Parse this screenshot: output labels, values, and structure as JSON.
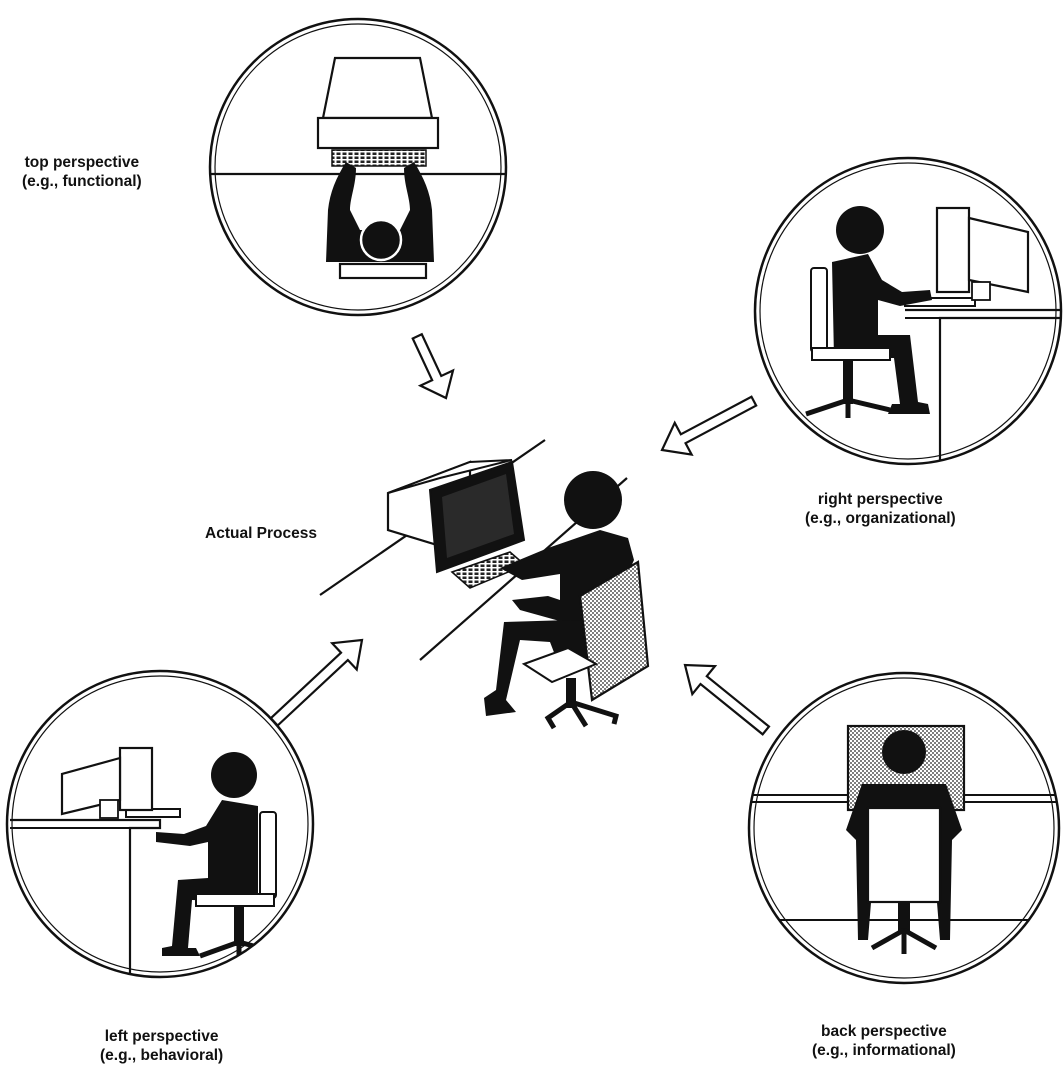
{
  "labels": {
    "top": {
      "line1": "top perspective",
      "line2": "(e.g., functional)"
    },
    "right": {
      "line1": "right perspective",
      "line2": "(e.g., organizational)"
    },
    "left": {
      "line1": "left perspective",
      "line2": "(e.g., behavioral)"
    },
    "back": {
      "line1": "back perspective",
      "line2": "(e.g., informational)"
    },
    "center": "Actual Process"
  },
  "colors": {
    "ink": "#111111",
    "paper": "#ffffff",
    "halftone": "#9a9a9a"
  }
}
